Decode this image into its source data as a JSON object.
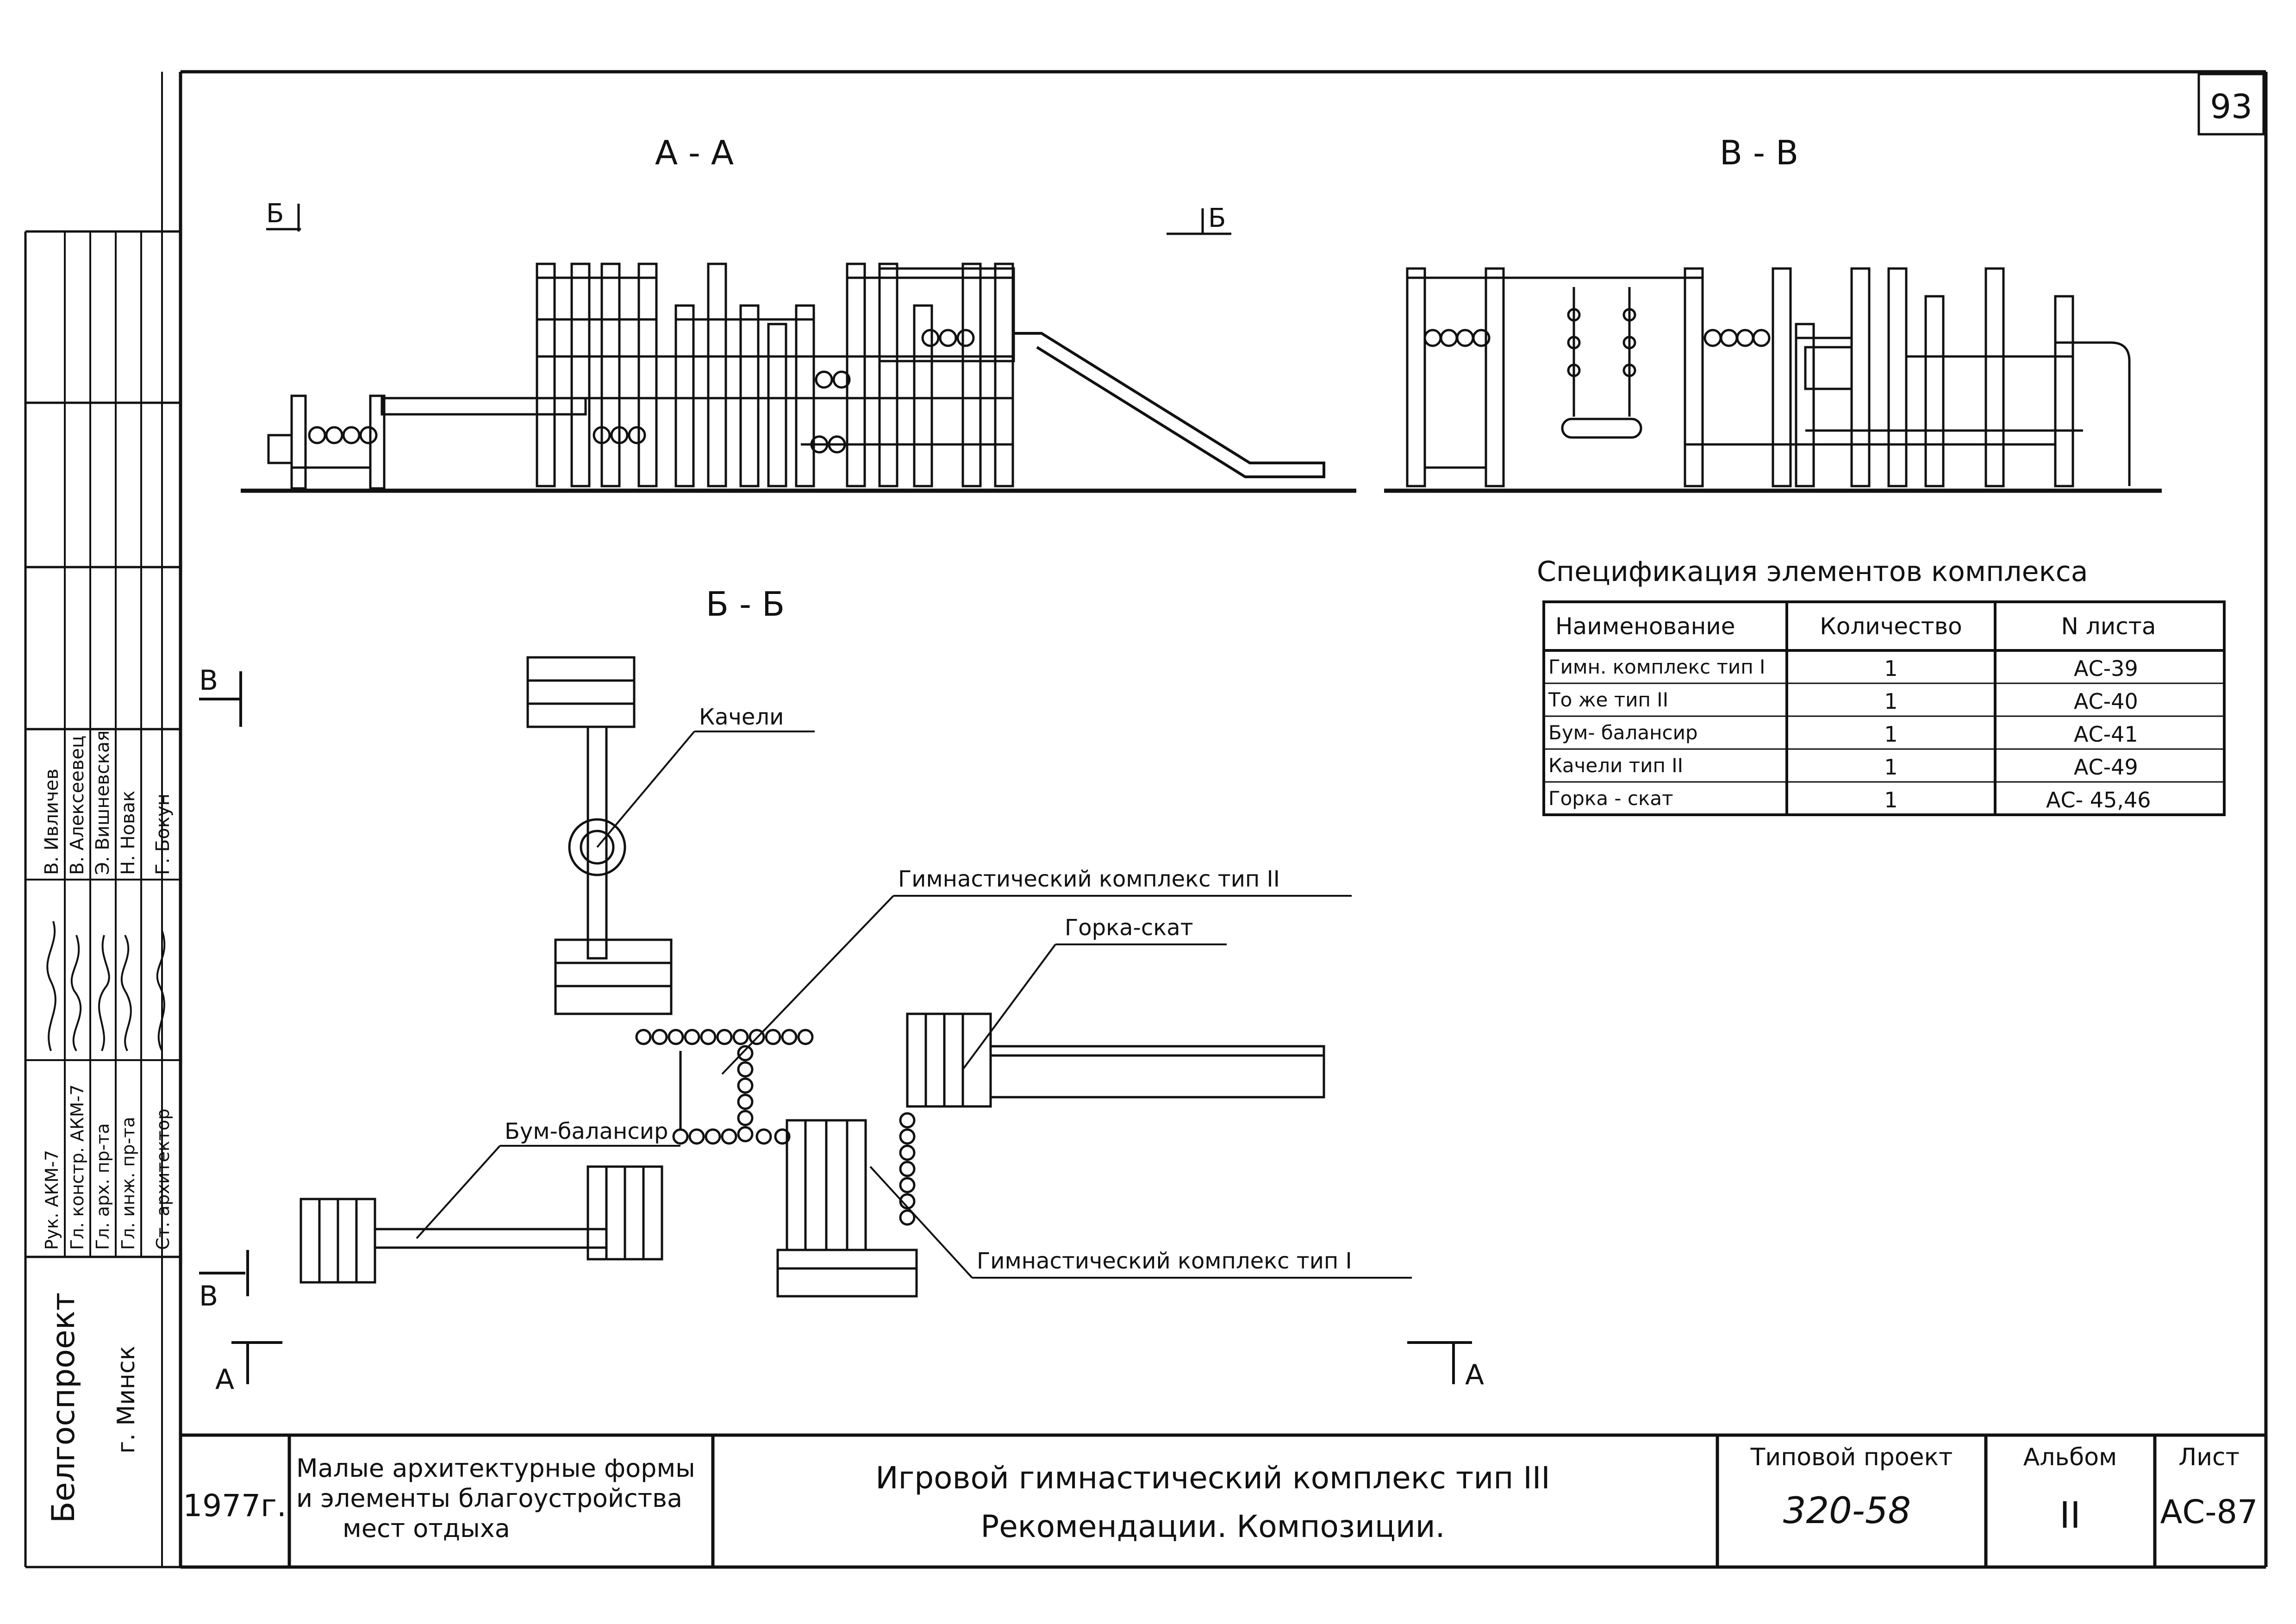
{
  "sheet_number": "93",
  "sections": {
    "aa": "А - А",
    "vv": "В - В",
    "bb": "Б - Б"
  },
  "cut_marks": {
    "b": "Б",
    "v": "В",
    "a": "А"
  },
  "callouts": {
    "kacheli": "Качели",
    "gym2": "Гимнастический комплекс тип II",
    "gorka": "Горка-скат",
    "bum": "Бум-балансир",
    "gym1": "Гимнастический комплекс тип I"
  },
  "spec": {
    "title": "Спецификация элементов комплекса",
    "headers": [
      "Наименование",
      "Количество",
      "N листа"
    ],
    "rows": [
      [
        "Гимн. комплекс тип I",
        "1",
        "АС-39"
      ],
      [
        "То же тип II",
        "1",
        "АС-40"
      ],
      [
        "Бум- балансир",
        "1",
        "АС-41"
      ],
      [
        "Качели тип II",
        "1",
        "АС-49"
      ],
      [
        "Горка - скат",
        "1",
        "АС- 45,46"
      ]
    ]
  },
  "side_stamp": {
    "roles": [
      "Рук. АКМ-7",
      "Гл. констр. АКМ-7",
      "Гл. арх. пр-та",
      "Гл. инж. пр-та",
      "Ст. архитектор"
    ],
    "names": [
      "В. Ивличев",
      "В. Алексеевец",
      "Э. Вишневская",
      "Н. Новак",
      "Г. Бокун"
    ],
    "org": "Белгоспроект",
    "city": "г. Минск"
  },
  "title_block": {
    "year": "1977г.",
    "series_line1": "Малые архитектурные формы",
    "series_line2": "и элементы благоустройства",
    "series_line3": "мест отдыха",
    "title_line1": "Игровой гимнастический комплекс тип III",
    "title_line2": "Рекомендации. Композиции.",
    "project_label": "Типовой проект",
    "project_value": "320-58",
    "album_label": "Альбом",
    "album_value": "II",
    "sheet_label": "Лист",
    "sheet_value": "АС-87"
  }
}
